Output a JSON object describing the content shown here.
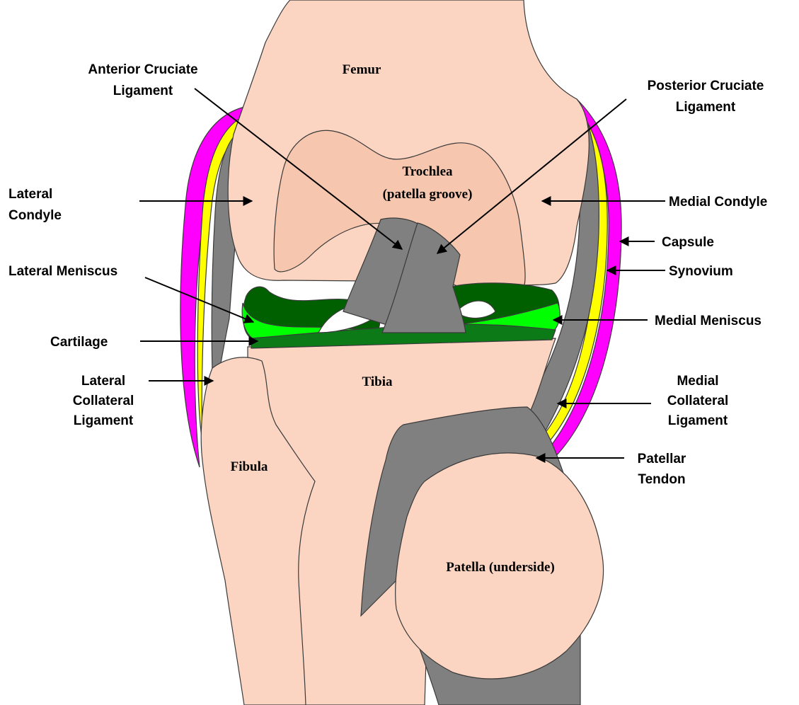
{
  "colors": {
    "bone": "#fbd5c2",
    "trochlea": "#f6c6af",
    "ligament": "#808080",
    "capsule": "#ff00ff",
    "synovium": "#ffff00",
    "meniscus_dark": "#006000",
    "meniscus_light": "#00ff00",
    "cartilage": "#0b7a17"
  },
  "inner_labels": {
    "femur": "Femur",
    "trochlea_line1": "Trochlea",
    "trochlea_line2": "(patella groove)",
    "tibia": "Tibia",
    "fibula": "Fibula",
    "patella": "Patella (underside)"
  },
  "callouts": {
    "acl_line1": "Anterior Cruciate",
    "acl_line2": "Ligament",
    "pcl_line1": "Posterior Cruciate",
    "pcl_line2": "Ligament",
    "lateral_condyle_line1": "Lateral",
    "lateral_condyle_line2": "Condyle",
    "medial_condyle": "Medial Condyle",
    "capsule": "Capsule",
    "synovium": "Synovium",
    "lateral_meniscus": "Lateral Meniscus",
    "medial_meniscus": "Medial Meniscus",
    "cartilage": "Cartilage",
    "lcl_line1": "Lateral",
    "lcl_line2": "Collateral",
    "lcl_line3": "Ligament",
    "mcl_line1": "Medial",
    "mcl_line2": "Collateral",
    "mcl_line3": "Ligament",
    "patellar_tendon_line1": "Patellar",
    "patellar_tendon_line2": "Tendon"
  }
}
